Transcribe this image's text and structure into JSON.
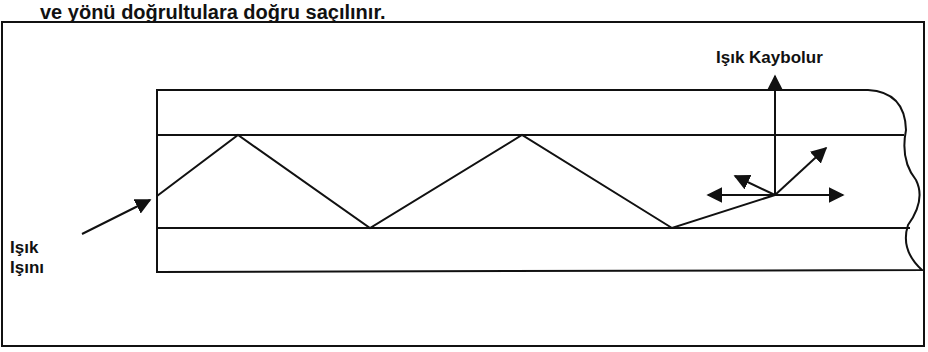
{
  "diagram": {
    "labels": [
      "ve yönü doğrultulara doğru saçılınır.",
      "Işık Kaybolur",
      "Işık Işını"
    ]
  }
}
